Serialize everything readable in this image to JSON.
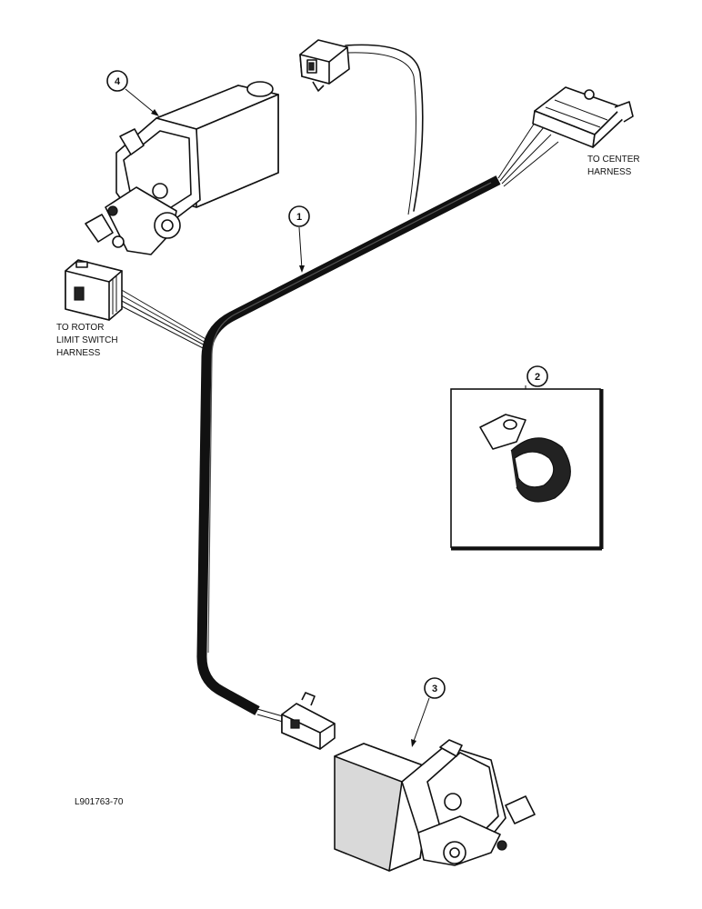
{
  "callouts": {
    "harness": "1",
    "clamp": "2",
    "actuator_lower": "3",
    "actuator_upper": "4"
  },
  "labels": {
    "center_harness": [
      "TO CENTER",
      "HARNESS"
    ],
    "rotor_limit_switch": [
      "TO ROTOR",
      "LIMIT SWITCH",
      "HARNESS"
    ],
    "figure_id": "L901763-70"
  }
}
